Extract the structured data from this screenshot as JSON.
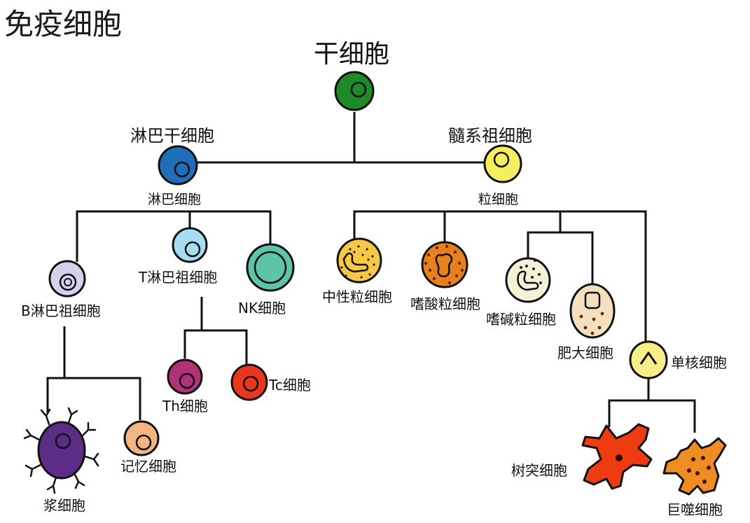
{
  "title": "免疫细胞",
  "nodes": {
    "stem": "干细胞",
    "lymphoid_stem": "淋巴干细胞",
    "myeloid_progenitor": "髓系祖细胞",
    "lymphocyte": "淋巴细胞",
    "granulocyte": "粒细胞",
    "b_progenitor": "B淋巴祖细胞",
    "t_progenitor": "T淋巴祖细胞",
    "nk": "NK细胞",
    "neutrophil": "中性粒细胞",
    "eosinophil": "嗜酸粒细胞",
    "basophil": "嗜碱粒细胞",
    "mast": "肥大细胞",
    "monocyte": "单核细胞",
    "th": "Th细胞",
    "tc": "Tc细胞",
    "plasma": "浆细胞",
    "memory": "记忆细胞",
    "dendritic": "树突细胞",
    "macrophage": "巨噬细胞"
  },
  "colors": {
    "stem": "#1e8a2a",
    "lymphoid_stem": "#1f6fb8",
    "myeloid": "#f6ee5a",
    "b_progenitor": "#d6d0ec",
    "t_progenitor": "#a6dcf0",
    "nk": "#5cc4a8",
    "neutrophil": "#f6c843",
    "eosinophil": "#e8801e",
    "basophil": "#f4f1d6",
    "mast": "#f4dfc0",
    "monocyte": "#f6ee86",
    "th": "#b0337a",
    "tc": "#e8371d",
    "plasma": "#5b2d86",
    "memory": "#f3b57e",
    "dendritic": "#ee3b12",
    "macrophage": "#ef8c22"
  }
}
